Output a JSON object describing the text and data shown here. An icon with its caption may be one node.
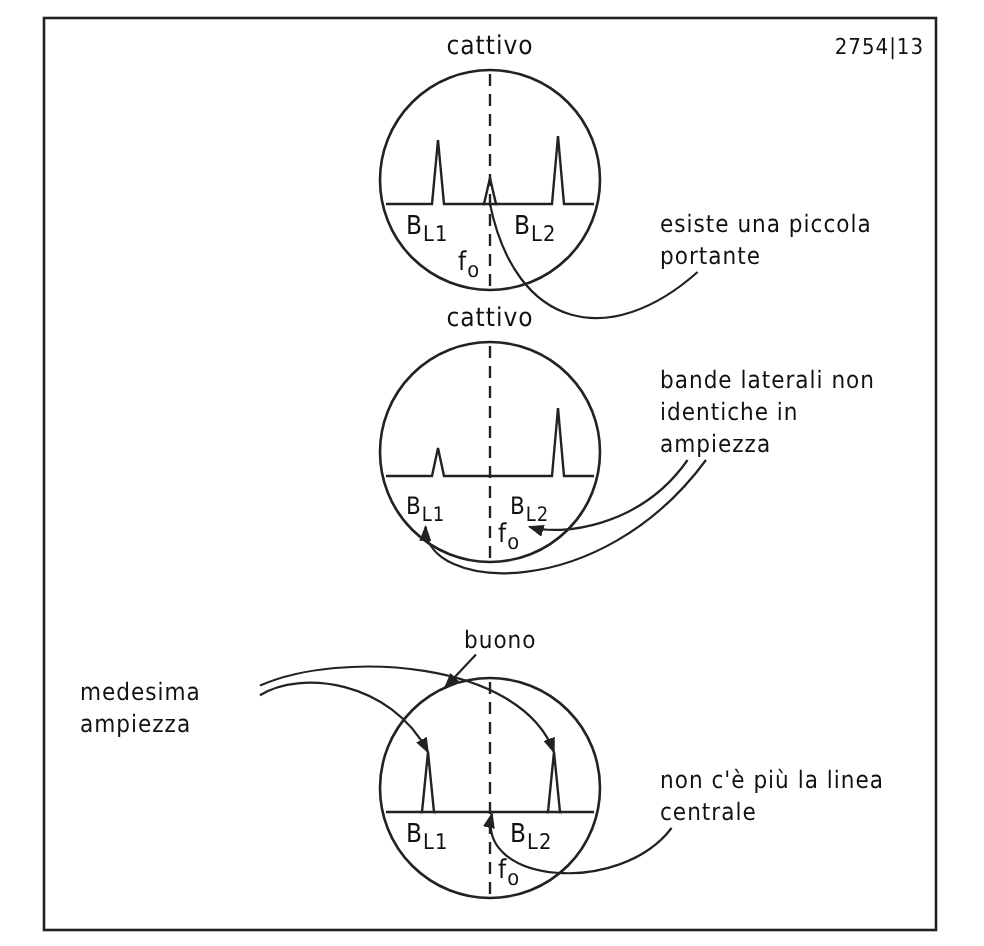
{
  "diagram": {
    "nodes": [
      {
        "text": [
          "cattivo",
          "B$_{L1}$",
          "B$_{L2}$",
          "f$_{o}$"
        ]
      },
      {
        "text": [],
        "shape": "peak",
        "in": 0
      },
      {
        "text": [
          "esiste una piccola portante"
        ]
      },
      {
        "text": [
          "cattivo",
          "f$_{o}$"
        ]
      },
      {
        "text": [
          "B$_{L1}$"
        ],
        "in": 3
      },
      {
        "text": [
          "B$_{L2}$"
        ],
        "in": 3
      },
      {
        "text": [
          "bande laterali non identiche in ampiezza"
        ]
      },
      {
        "text": [
          "buono"
        ]
      },
      {
        "text": [
          "B$_{L1}$",
          "B$_{L2}$",
          "f$_{o}$"
        ]
      },
      {
        "text": [],
        "shape": "peak",
        "in": 8
      },
      {
        "text": [],
        "shape": "peak",
        "in": 8
      },
      {
        "text": [
          "medesima ampiezza"
        ]
      },
      {
        "text": [
          "non c'è più la linea centrale"
        ]
      }
    ],
    "edges": [
      {
        "from": 2,
        "to": 1,
        "arrow": "none"
      },
      {
        "from": 6,
        "to": 4,
        "arrow": "to"
      },
      {
        "from": 6,
        "to": 5,
        "arrow": "to"
      },
      {
        "from": 7,
        "to": 8,
        "arrow": "to"
      },
      {
        "from": 11,
        "to": 9,
        "arrow": "to"
      },
      {
        "from": 11,
        "to": 10,
        "arrow": "to"
      },
      {
        "from": 12,
        "to": null,
        "arrow": "to"
      }
    ],
    "labels": [
      "2754|13"
    ]
  }
}
